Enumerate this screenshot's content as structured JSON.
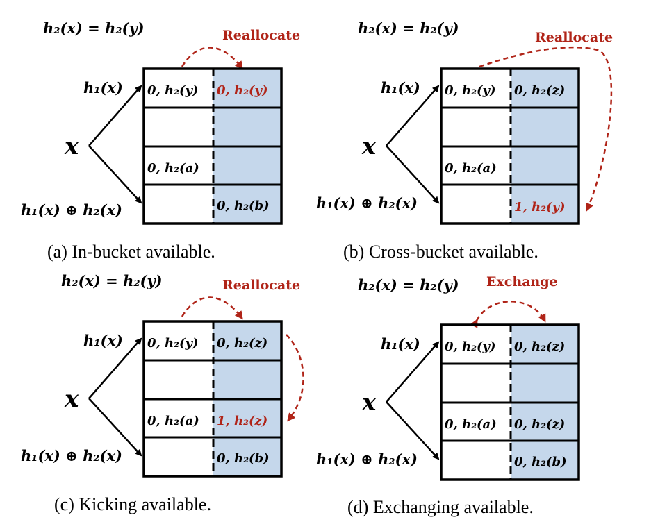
{
  "colors": {
    "accent_red": "#b02418",
    "cell_fill": "#c5d7eb"
  },
  "panels": [
    {
      "id": "a",
      "condition": "h₂(x) = h₂(y)",
      "action_label": "Reallocate",
      "caption": "(a) In-bucket available.",
      "h1_label": "h₁(x)",
      "h1xor_label": "h₁(x) ⊕ h₂(x)",
      "x_label": "x",
      "cells": [
        [
          "0, h₂(y)",
          "0, h₂(y)"
        ],
        [
          "",
          ""
        ],
        [
          "0, h₂(a)",
          ""
        ],
        [
          "",
          "0, h₂(b)"
        ]
      ]
    },
    {
      "id": "b",
      "condition": "h₂(x) = h₂(y)",
      "action_label": "Reallocate",
      "caption": "(b) Cross-bucket available.",
      "h1_label": "h₁(x)",
      "h1xor_label": "h₁(x) ⊕ h₂(x)",
      "x_label": "x",
      "cells": [
        [
          "0, h₂(y)",
          "0, h₂(z)"
        ],
        [
          "",
          ""
        ],
        [
          "0, h₂(a)",
          ""
        ],
        [
          "",
          "1, h₂(y)"
        ]
      ]
    },
    {
      "id": "c",
      "condition": "h₂(x) = h₂(y)",
      "action_label": "Reallocate",
      "caption": "(c) Kicking available.",
      "h1_label": "h₁(x)",
      "h1xor_label": "h₁(x) ⊕ h₂(x)",
      "x_label": "x",
      "cells": [
        [
          "0, h₂(y)",
          "0, h₂(z)"
        ],
        [
          "",
          ""
        ],
        [
          "0, h₂(a)",
          "1, h₂(z)"
        ],
        [
          "",
          "0, h₂(b)"
        ]
      ]
    },
    {
      "id": "d",
      "condition": "h₂(x) = h₂(y)",
      "action_label": "Exchange",
      "caption": "(d) Exchanging available.",
      "h1_label": "h₁(x)",
      "h1xor_label": "h₁(x) ⊕ h₂(x)",
      "x_label": "x",
      "cells": [
        [
          "0, h₂(y)",
          "0, h₂(z)"
        ],
        [
          "",
          ""
        ],
        [
          "0, h₂(a)",
          "0, h₂(z)"
        ],
        [
          "",
          "0, h₂(b)"
        ]
      ]
    }
  ]
}
